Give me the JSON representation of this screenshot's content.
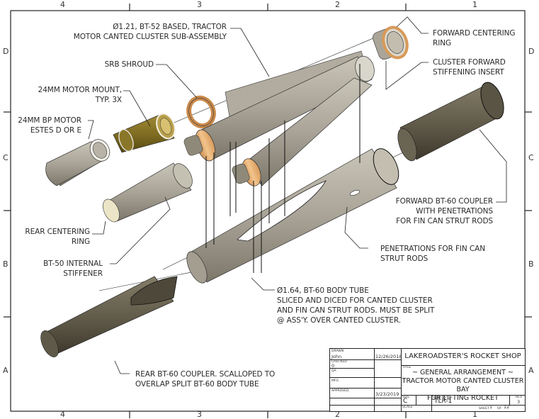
{
  "zones": {
    "top": [
      "4",
      "3",
      "2",
      "1"
    ],
    "bottom": [
      "4",
      "3",
      "2",
      "1"
    ],
    "left": [
      "D",
      "C",
      "B",
      "A"
    ],
    "right": [
      "D",
      "C",
      "B",
      "A"
    ]
  },
  "callouts": {
    "cluster_sub_assembly": [
      "Ø1.21, BT-52 BASED, TRACTOR",
      "MOTOR CANTED CLUSTER SUB-ASSEMBLY"
    ],
    "srb_shroud": [
      "SRB SHROUD"
    ],
    "motor_mount": [
      "24MM MOTOR MOUNT,",
      "TYP. 3X"
    ],
    "bp_motor": [
      "24MM BP MOTOR",
      "ESTES D OR E"
    ],
    "rear_centering_ring": [
      "REAR CENTERING",
      "RING"
    ],
    "bt50_stiffener": [
      "BT-50 INTERNAL",
      "STIFFENER"
    ],
    "forward_centering_ring": [
      "FORWARD CENTERING",
      "RING"
    ],
    "cluster_forward_insert": [
      "CLUSTER FORWARD",
      "STIFFENING INSERT"
    ],
    "forward_coupler": [
      "FORWARD BT-60 COUPLER",
      "WITH PENETRATIONS",
      "FOR FIN CAN STRUT RODS"
    ],
    "penetrations": [
      "PENETRATIONS FOR FIN CAN",
      "STRUT RODS"
    ],
    "body_tube": [
      "Ø1.64, BT-60 BODY TUBE",
      "SLICED AND DICED FOR CANTED CLUSTER",
      "AND FIN CAN STRUT RODS.  MUST BE SPLIT",
      "@ ASS'Y. OVER CANTED CLUSTER."
    ],
    "rear_coupler": [
      "REAR BT-60 COUPLER.  SCALLOPED TO",
      "OVERLAP SPLIT BT-60 BODY TUBE"
    ]
  },
  "title_block": {
    "drawn_label": "DRAWN",
    "drawn_by": "John",
    "drawn_date": "12/26/2018",
    "checked_label": "CHECKED",
    "checked_by": "0",
    "qa_label": "QA",
    "mfg_label": "MFG",
    "approved_label": "APPROVED",
    "approved_date": "3/23/2019",
    "company": "LAKEROADSTER'S ROCKET SHOP",
    "title_label": "TITLE",
    "title_lines": [
      "~ GENERAL ARRANGEMENT ~",
      "TRACTOR MOTOR CANTED CLUSTER BAY",
      "FOR LIFTING ROCKET"
    ],
    "size_label": "SIZE",
    "size": "C",
    "dwg_no_label": "DWG NO",
    "dwg_no": "TLR-1",
    "rev_label": "REV",
    "rev": "3",
    "scale_label": "SCALE",
    "sheet_label": "SHEET",
    "sheet": "1",
    "of_label": "OF",
    "sheet_total": "12"
  },
  "colors": {
    "tube_gray": "#a8a394",
    "tube_dark": "#5d5747",
    "motor_mount": "#7d6a22",
    "ring_orange": "#e8b070",
    "ring_cream": "#efe6c8",
    "line": "#222222"
  }
}
